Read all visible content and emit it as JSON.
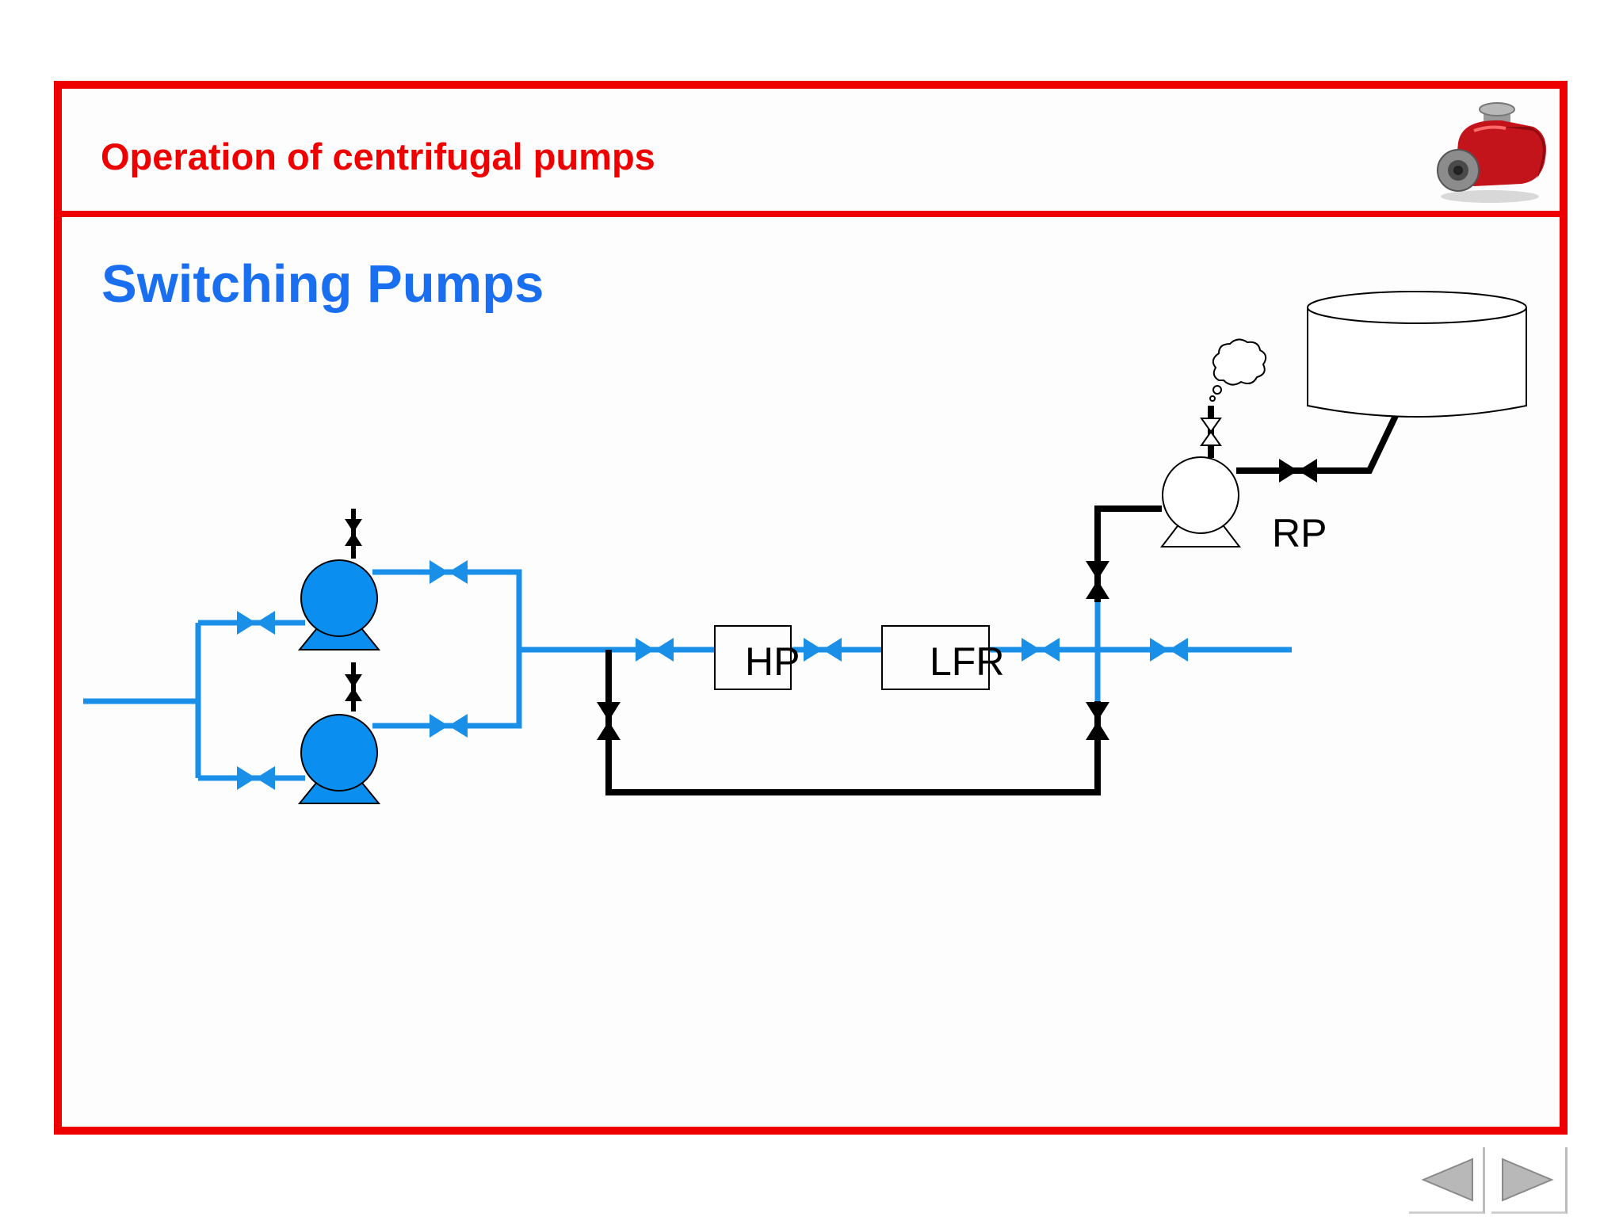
{
  "header": {
    "title": "Operation of centrifugal pumps",
    "logo_icon": "centrifugal-pump-logo-icon"
  },
  "main": {
    "title": "Switching Pumps"
  },
  "diagram": {
    "labels": {
      "hp": "HP",
      "lfr": "LFR",
      "rp": "RP"
    },
    "colors": {
      "active_line": "#1a8fe8",
      "inactive_line": "#000000",
      "pump_fill": "#0a8ff0",
      "frame": "#ee0000"
    },
    "icons": [
      "pump-icon",
      "valve-icon",
      "tank-icon",
      "vent-cloud-icon"
    ]
  },
  "navigation": {
    "prev_icon": "triangle-left-icon",
    "next_icon": "triangle-right-icon"
  }
}
